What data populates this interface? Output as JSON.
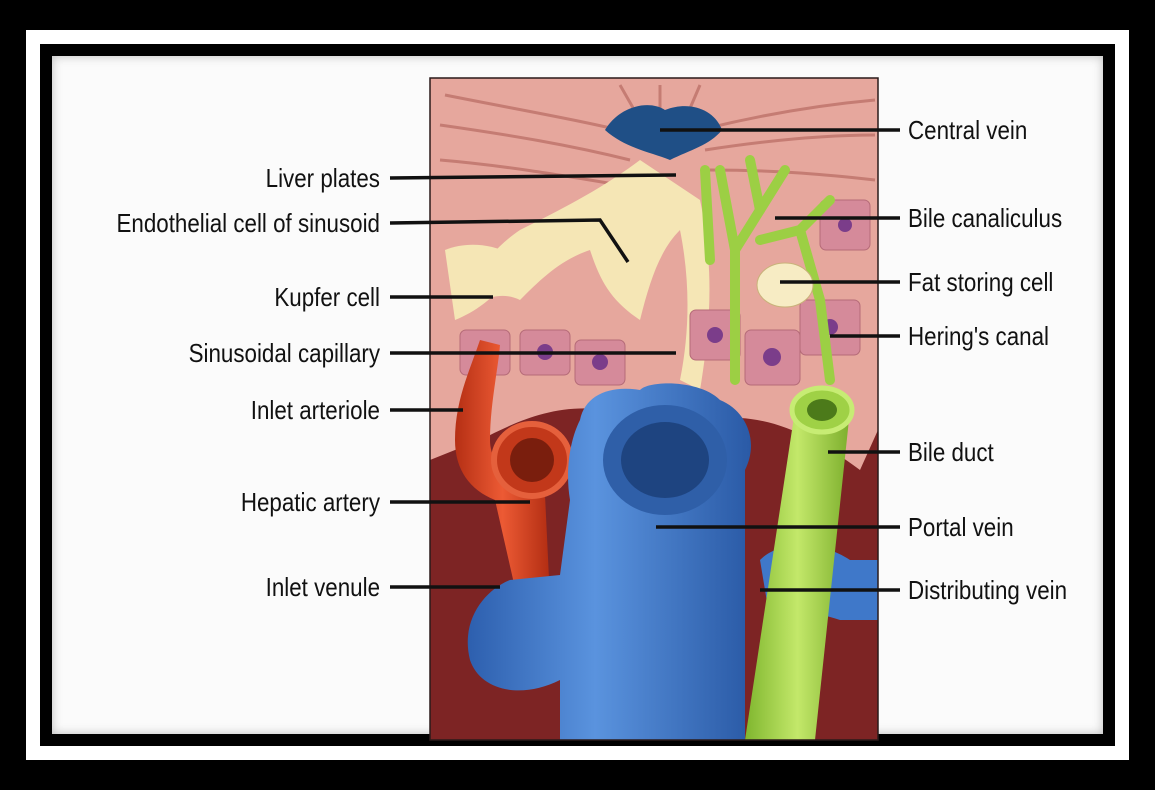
{
  "labels_left": [
    "Liver plates",
    "Endothelial cell of sinusoid",
    "Kupfer cell",
    "Sinusoidal capillary",
    "Inlet arteriole",
    "Hepatic artery",
    "Inlet venule"
  ],
  "labels_right": [
    "Central vein",
    "Bile canaliculus",
    "Fat storing cell",
    "Hering's canal",
    "Bile duct",
    "Portal vein",
    "Distributing vein"
  ],
  "colors": {
    "frame": "#000000",
    "background": "#fbfbfb",
    "tissue_pink": "#e8aaa0",
    "tissue_dark": "#8a2a2a",
    "sinusoid_cream": "#f6e7b8",
    "portal_vein_blue": "#3f78c9",
    "hepatic_artery_red": "#d9401f",
    "bile_duct_green": "#a8d64a",
    "central_vein_blue": "#1f4f86",
    "leader_line": "#111111"
  }
}
